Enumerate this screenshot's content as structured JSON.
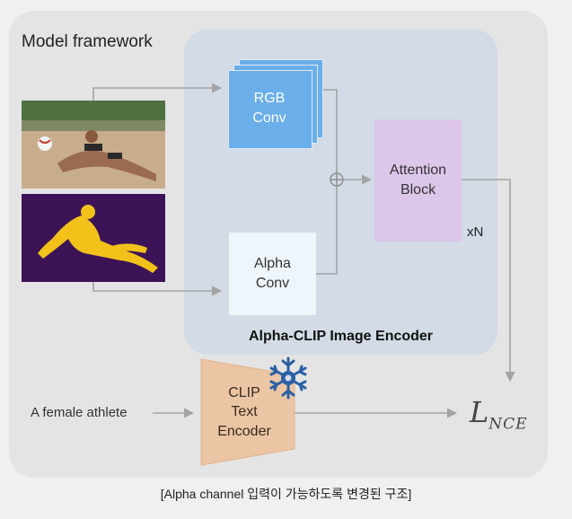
{
  "header": {
    "title": "Model framework"
  },
  "inputs": {
    "image_desc": "beach volleyball player diving",
    "prompt": "A female athlete"
  },
  "blocks": {
    "rgb_conv": "RGB\nConv",
    "alpha_conv": "Alpha\nConv",
    "attention_block": "Attention\nBlock",
    "repeat": "xN",
    "image_encoder": "Alpha-CLIP Image Encoder",
    "text_encoder": "CLIP\nText\nEncoder",
    "add_symbol": "⊕"
  },
  "loss": {
    "script": "L",
    "subscript": "NCE"
  },
  "caption": "[Alpha channel 입력이 가능하도록 변경된 구조]",
  "colors": {
    "rgb_conv": "#6aaeea",
    "alpha_conv": "#eef5fb",
    "attention": "#dcc6ea",
    "text_encoder": "#ebc5a4",
    "mask_bg": "#3d1357",
    "mask_fg": "#f2c21a",
    "encoder_bg": "#d2dbe6"
  },
  "icons": {
    "frozen": "snowflake-icon"
  }
}
